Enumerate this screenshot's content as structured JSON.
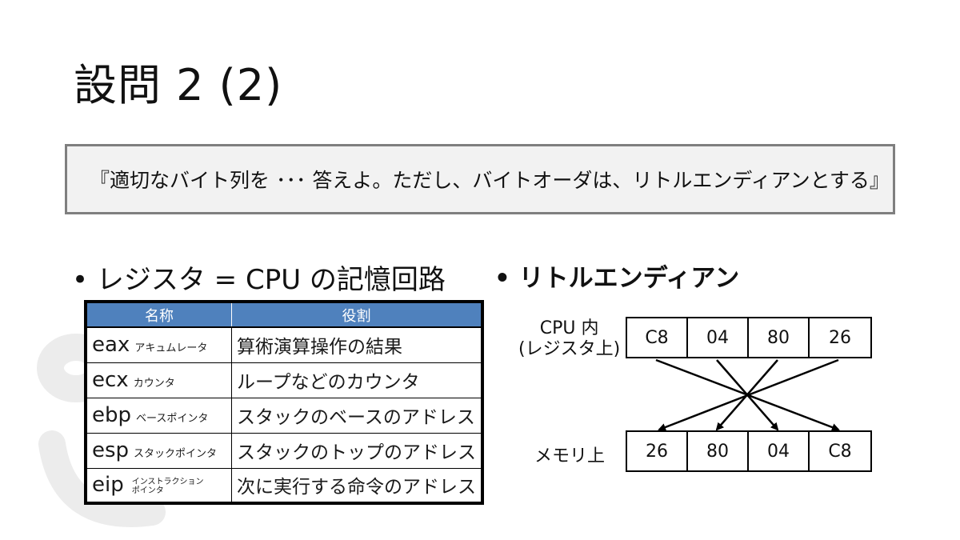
{
  "title": "設問 2 (2)",
  "quote": "『適切なバイト列を ･･･ 答えよ。ただし、バイトオーダは、リトルエンディアンとする』",
  "bullet_left": "• レジスタ = CPU の記憶回路",
  "bullet_right": "• リトルエンディアン",
  "table": {
    "headers": [
      "名称",
      "役割"
    ],
    "rows": [
      {
        "reg": "eax",
        "sub": "アキュムレータ",
        "role": "算術演算操作の結果"
      },
      {
        "reg": "ecx",
        "sub": "カウンタ",
        "role": "ループなどのカウンタ"
      },
      {
        "reg": "ebp",
        "sub": "ベースポインタ",
        "role": "スタックのベースのアドレス"
      },
      {
        "reg": "esp",
        "sub": "スタックポインタ",
        "role": "スタックのトップのアドレス"
      },
      {
        "reg": "eip",
        "sub1": "インストラクション",
        "sub2": "ポインタ",
        "role": "次に実行する命令のアドレス"
      }
    ]
  },
  "diagram": {
    "cpu_label_1": "CPU 内",
    "cpu_label_2": "(レジスタ上)",
    "mem_label": "メモリ上",
    "register_bytes": [
      "C8",
      "04",
      "80",
      "26"
    ],
    "memory_bytes": [
      "26",
      "80",
      "04",
      "C8"
    ]
  },
  "colors": {
    "header_blue": "#4f81bd",
    "box_bg": "#f2f2f2",
    "box_border": "#7f7f7f"
  }
}
